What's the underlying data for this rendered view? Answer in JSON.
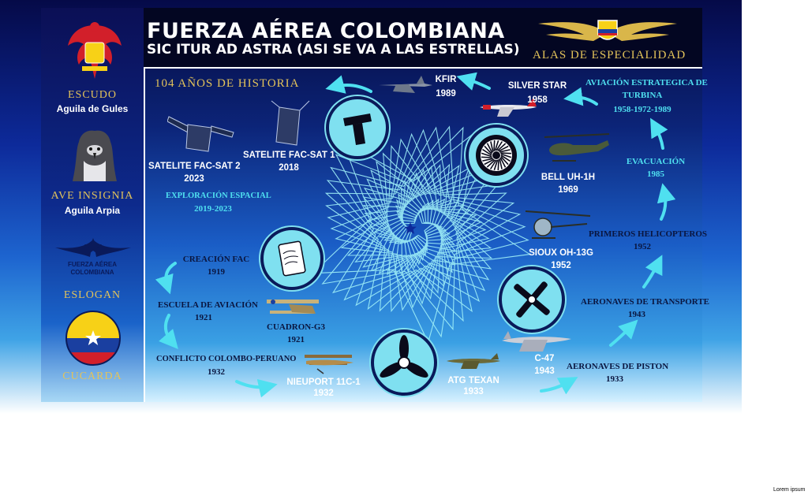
{
  "header": {
    "title": "FUERZA AÉREA COLOMBIANA",
    "motto": "SIC ITUR AD ASTRA   (ASI SE VA A LAS ESTRELLAS)",
    "badge_label": "ALAS DE ESPECIALIDAD",
    "history_label": "104 AÑOS DE HISTORIA"
  },
  "sidebar": {
    "escudo_title": "ESCUDO",
    "escudo_name": "Aguila de Gules",
    "ave_title": "AVE INSIGNIA",
    "ave_name": "Aguila Arpia",
    "logo_line1": "FUERZA AÉREA",
    "logo_line2": "COLOMBIANA",
    "eslogan_title": "ESLOGAN",
    "cucarda_title": "CUCARDA"
  },
  "timeline": {
    "creacion": {
      "label": "CREACIÓN FAC",
      "year": "1919"
    },
    "escuela": {
      "label": "ESCUELA DE AVIACIÓN",
      "year": "1921"
    },
    "conflicto": {
      "label": "CONFLICTO COLOMBO-PERUANO",
      "year": "1932"
    },
    "cuadron": {
      "label": "CUADRON-G3",
      "year": "1921"
    },
    "nieuport": {
      "label": "NIEUPORT 11C-1",
      "year": "1932"
    },
    "texan": {
      "label": "ATG TEXAN",
      "year": "1933"
    },
    "c47": {
      "label": "C-47",
      "year": "1943"
    },
    "piston": {
      "label": "AERONAVES DE PISTON",
      "year": "1933"
    },
    "transporte": {
      "label": "AERONAVES DE TRANSPORTE",
      "year": "1943"
    },
    "helicopteros": {
      "label": "PRIMEROS HELICOPTEROS",
      "year": "1952"
    },
    "sioux": {
      "label": "SIOUX OH-13G",
      "year": "1952"
    },
    "evacuacion": {
      "label": "EVACUACIÓN",
      "year": "1985"
    },
    "bell": {
      "label": "BELL UH-1H",
      "year": "1969"
    },
    "turbina_line1": "AVIACIÓN ESTRATEGICA DE",
    "turbina_line2": "TURBINA",
    "turbina_years": "1958-1972-1989",
    "silver": {
      "label": "SILVER STAR",
      "year": "1958"
    },
    "kfir": {
      "label": "KFIR",
      "year": "1989"
    },
    "facsat1": {
      "label": "SATELITE FAC-SAT 1",
      "year": "2018"
    },
    "facsat2": {
      "label": "SATELITE FAC-SAT 2",
      "year": "2023"
    },
    "exploracion": {
      "label": "EXPLORACIÓN ESPACIAL",
      "year": "2019-2023"
    }
  },
  "footer_note": "Lorem ipsum",
  "colors": {
    "gold": "#e3c35a",
    "cyan": "#7fe0f0",
    "navy": "#050b3f",
    "flag_yellow": "#f7d117",
    "flag_blue": "#1a3fa0",
    "flag_red": "#d21f2a"
  }
}
